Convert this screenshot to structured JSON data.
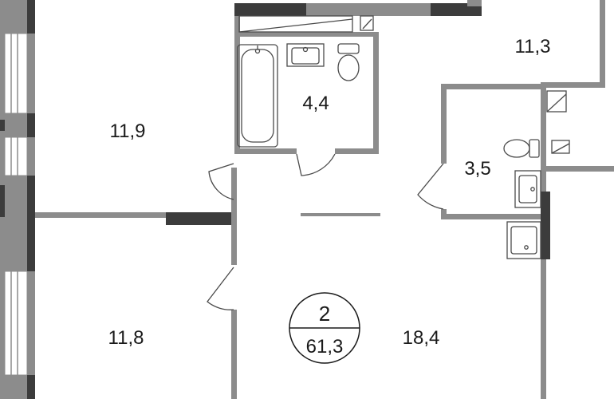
{
  "plan": {
    "rooms": [
      {
        "id": "bedroom-top-left",
        "area": "11,9"
      },
      {
        "id": "bathroom",
        "area": "4,4"
      },
      {
        "id": "loggia-top-right",
        "area": "11,3"
      },
      {
        "id": "toilet",
        "area": "3,5"
      },
      {
        "id": "bedroom-bottom-left",
        "area": "11,8"
      },
      {
        "id": "living-kitchen",
        "area": "18,4"
      }
    ],
    "summary": {
      "rooms_count": "2",
      "total_area": "61,3"
    },
    "colors": {
      "wall": "#8c8c8c",
      "wall_dark": "#3c3c3c",
      "fixture_stroke": "#4a4a4a",
      "text": "#1a1a1a"
    }
  }
}
